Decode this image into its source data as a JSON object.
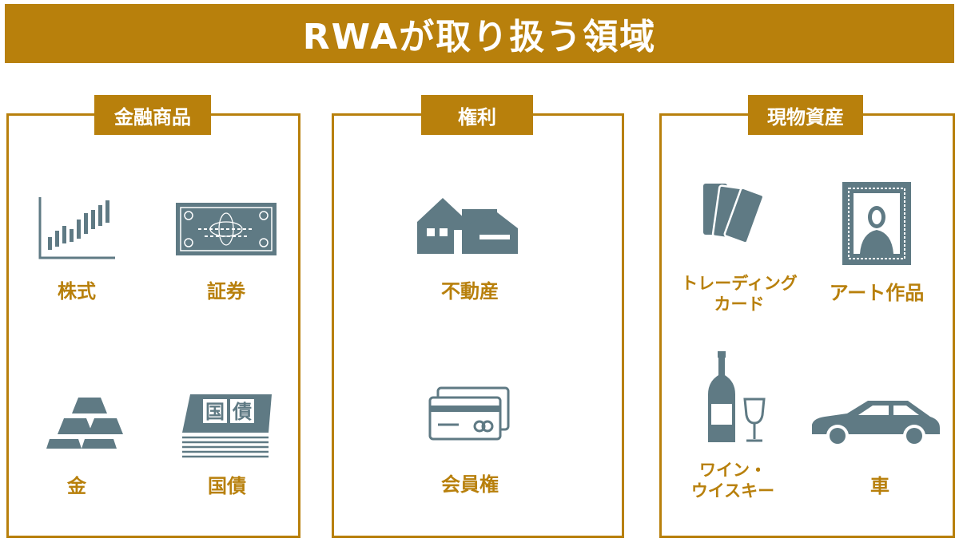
{
  "header": {
    "title": "RWAが取り扱う領域"
  },
  "panels": [
    {
      "title": "金融商品",
      "items": [
        {
          "label": "株式",
          "icon": "stock-chart-icon"
        },
        {
          "label": "証券",
          "icon": "banknote-icon"
        },
        {
          "label": "金",
          "icon": "gold-bars-icon"
        },
        {
          "label": "国債",
          "icon": "government-bond-icon"
        }
      ]
    },
    {
      "title": "権利",
      "items": [
        {
          "label": "不動産",
          "icon": "house-icon"
        },
        {
          "label": "会員権",
          "icon": "membership-card-icon"
        }
      ]
    },
    {
      "title": "現物資産",
      "items": [
        {
          "label_lines": [
            "トレーディング",
            "カード"
          ],
          "icon": "trading-cards-icon"
        },
        {
          "label": "アート作品",
          "icon": "framed-art-icon"
        },
        {
          "label_lines": [
            "ワイン・",
            "ウイスキー"
          ],
          "icon": "wine-bottle-glass-icon"
        },
        {
          "label": "車",
          "icon": "car-icon"
        }
      ]
    }
  ],
  "icon_text": {
    "bond_stamp": "国債"
  },
  "colors": {
    "accent": "#b8800c",
    "icon": "#5f7a84",
    "background": "#ffffff"
  }
}
